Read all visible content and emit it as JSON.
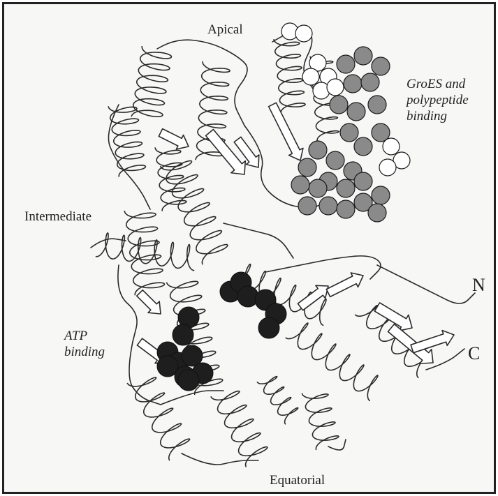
{
  "labels": {
    "apical": "Apical",
    "intermediate": "Intermediate",
    "equatorial": "Equatorial",
    "groes_binding": [
      "GroES and",
      "polypeptide",
      "binding"
    ],
    "atp_binding": [
      "ATP",
      "binding"
    ],
    "n_terminus": "N",
    "c_terminus": "C"
  },
  "colors": {
    "frame": "#222222",
    "ribbon_stroke": "#2a2a2a",
    "ribbon_fill": "#ffffff",
    "groes_spheres": "#8a8a8a",
    "groes_spheres_light": "#ffffff",
    "atp_spheres": "#1e1e1e"
  }
}
